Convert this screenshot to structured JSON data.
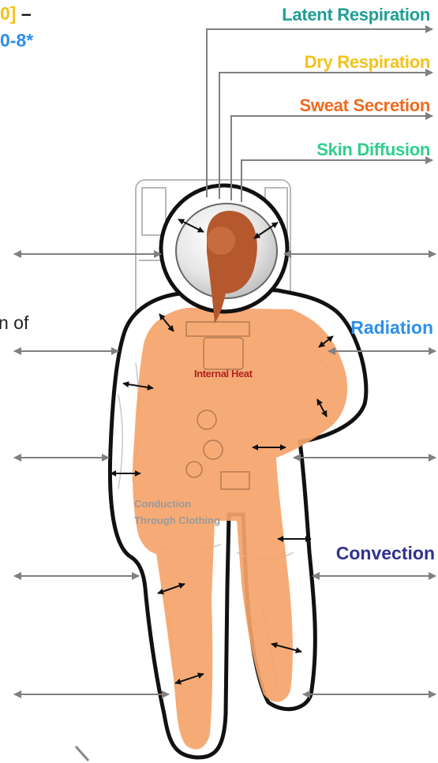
{
  "labels": {
    "latent_respiration": "Latent Respiration",
    "dry_respiration": "Dry Respiration",
    "sweat_secretion": "Sweat Secretion",
    "skin_diffusion": "Skin Diffusion",
    "radiation": "Radiation",
    "convection": "Convection",
    "internal_heat": "Internal Heat",
    "conduction": "Conduction\nThrough Clothing"
  },
  "fragments": {
    "top_left_bracket": "0]",
    "top_left_dash": "–",
    "top_left_line2": "0-8*",
    "left_mid": "n of"
  },
  "colors": {
    "latent_respiration": "#1f9e96",
    "dry_respiration": "#f3c21a",
    "sweat_secretion": "#f06a1e",
    "skin_diffusion": "#2fcf8e",
    "radiation": "#2c8fe8",
    "convection": "#30318f",
    "internal_heat": "#b22222",
    "conduction": "#9a9a9a",
    "body_fill": "#f5a46a",
    "head_fill": "#b5582e",
    "arrows": "#808080",
    "flux_arrows": "#111111"
  }
}
